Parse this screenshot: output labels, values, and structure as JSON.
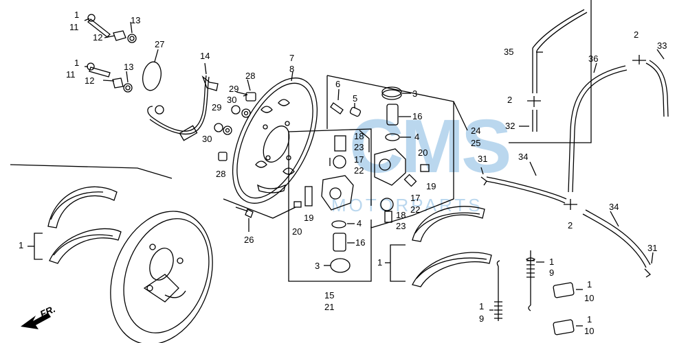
{
  "watermark": {
    "logo": "CMS",
    "text": "MOTORPARTS"
  },
  "direction_label": "FR.",
  "labels": [
    {
      "id": "l1a",
      "text": "1"
    },
    {
      "id": "l11a",
      "text": "11"
    },
    {
      "id": "l13a",
      "text": "13"
    },
    {
      "id": "l12a",
      "text": "12"
    },
    {
      "id": "l27",
      "text": "27"
    },
    {
      "id": "l1b",
      "text": "1"
    },
    {
      "id": "l11b",
      "text": "11"
    },
    {
      "id": "l13b",
      "text": "13"
    },
    {
      "id": "l12b",
      "text": "12"
    },
    {
      "id": "l14",
      "text": "14"
    },
    {
      "id": "l7",
      "text": "7"
    },
    {
      "id": "l8",
      "text": "8"
    },
    {
      "id": "l28a",
      "text": "28"
    },
    {
      "id": "l29a",
      "text": "29"
    },
    {
      "id": "l30a",
      "text": "30"
    },
    {
      "id": "l29b",
      "text": "29"
    },
    {
      "id": "l30b",
      "text": "30"
    },
    {
      "id": "l28b",
      "text": "28"
    },
    {
      "id": "l6",
      "text": "6"
    },
    {
      "id": "l5",
      "text": "5"
    },
    {
      "id": "l3a",
      "text": "3"
    },
    {
      "id": "l16a",
      "text": "16"
    },
    {
      "id": "l4a",
      "text": "4"
    },
    {
      "id": "l24",
      "text": "24"
    },
    {
      "id": "l25",
      "text": "25"
    },
    {
      "id": "l18a",
      "text": "18"
    },
    {
      "id": "l23a",
      "text": "23"
    },
    {
      "id": "l17a",
      "text": "17"
    },
    {
      "id": "l22a",
      "text": "22"
    },
    {
      "id": "l20a",
      "text": "20"
    },
    {
      "id": "l19a",
      "text": "19"
    },
    {
      "id": "l17b",
      "text": "17"
    },
    {
      "id": "l22b",
      "text": "22"
    },
    {
      "id": "l18b",
      "text": "18"
    },
    {
      "id": "l23b",
      "text": "23"
    },
    {
      "id": "l19b",
      "text": "19"
    },
    {
      "id": "l20b",
      "text": "20"
    },
    {
      "id": "l26",
      "text": "26"
    },
    {
      "id": "l4b",
      "text": "4"
    },
    {
      "id": "l16b",
      "text": "16"
    },
    {
      "id": "l3b",
      "text": "3"
    },
    {
      "id": "l15",
      "text": "15"
    },
    {
      "id": "l21",
      "text": "21"
    },
    {
      "id": "l1c",
      "text": "1"
    },
    {
      "id": "l1d",
      "text": "1"
    },
    {
      "id": "l35",
      "text": "35"
    },
    {
      "id": "l2a",
      "text": "2"
    },
    {
      "id": "l33",
      "text": "33"
    },
    {
      "id": "l36",
      "text": "36"
    },
    {
      "id": "l2b",
      "text": "2"
    },
    {
      "id": "l32",
      "text": "32"
    },
    {
      "id": "l31a",
      "text": "31"
    },
    {
      "id": "l34a",
      "text": "34"
    },
    {
      "id": "l2c",
      "text": "2"
    },
    {
      "id": "l34b",
      "text": "34"
    },
    {
      "id": "l31b",
      "text": "31"
    },
    {
      "id": "l1e",
      "text": "1"
    },
    {
      "id": "l9a",
      "text": "9"
    },
    {
      "id": "l1f",
      "text": "1"
    },
    {
      "id": "l10a",
      "text": "10"
    },
    {
      "id": "l1g",
      "text": "1"
    },
    {
      "id": "l9b",
      "text": "9"
    },
    {
      "id": "l1h",
      "text": "1"
    },
    {
      "id": "l10b",
      "text": "10"
    }
  ]
}
